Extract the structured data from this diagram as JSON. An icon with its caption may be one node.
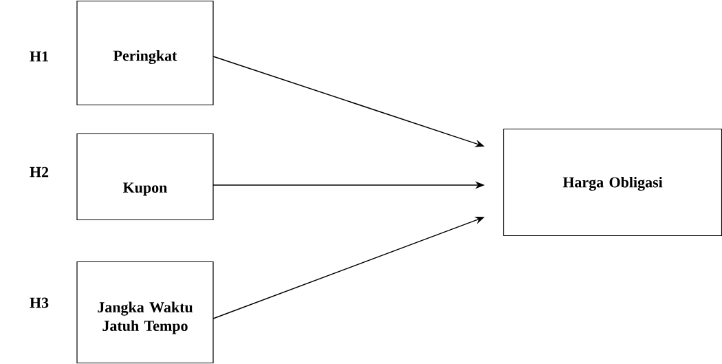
{
  "diagram": {
    "nodes": [
      {
        "text": [
          "Peringkat"
        ]
      },
      {
        "text": [
          "Kupon"
        ]
      },
      {
        "text": [
          "Jangka Waktu Jatuh Tempo"
        ]
      },
      {
        "text": [
          "Harga Obligasi"
        ]
      }
    ],
    "edges": [
      {
        "from": 0,
        "to": 3,
        "arrow": "to"
      },
      {
        "from": 1,
        "to": 3,
        "arrow": "to"
      },
      {
        "from": 2,
        "to": 3,
        "arrow": "to"
      }
    ],
    "labels": [
      "H1",
      "H2",
      "H3"
    ]
  }
}
